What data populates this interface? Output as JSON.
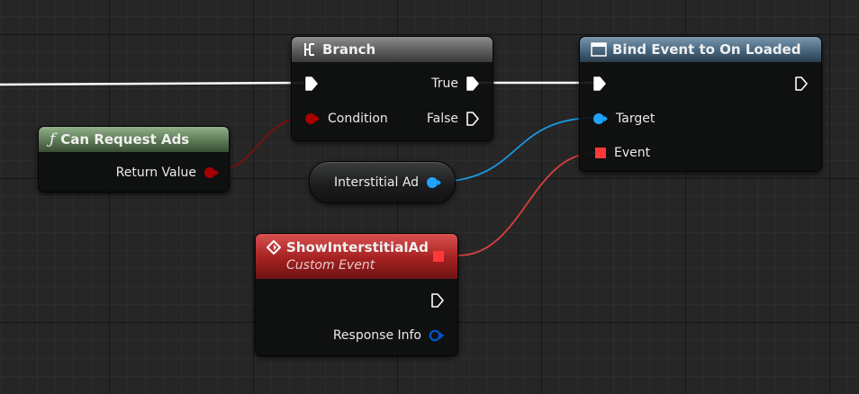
{
  "nodes": {
    "branch": {
      "title": "Branch",
      "condition_label": "Condition",
      "true_label": "True",
      "false_label": "False"
    },
    "bind_event": {
      "title": "Bind Event to On Loaded",
      "target_label": "Target",
      "event_label": "Event"
    },
    "can_request_ads": {
      "title": "Can Request Ads",
      "return_label": "Return Value"
    },
    "interstitial_ad": {
      "label": "Interstitial Ad"
    },
    "show_interstitial": {
      "title": "ShowInterstitialAd",
      "subtitle": "Custom Event",
      "response_label": "Response Info"
    }
  },
  "colors": {
    "exec_wire": "#ffffff",
    "bool_pin": "#a80000",
    "object_pin": "#1fa3ff",
    "delegate_pin": "#ff3838",
    "struct_pin": "#0055cc"
  }
}
